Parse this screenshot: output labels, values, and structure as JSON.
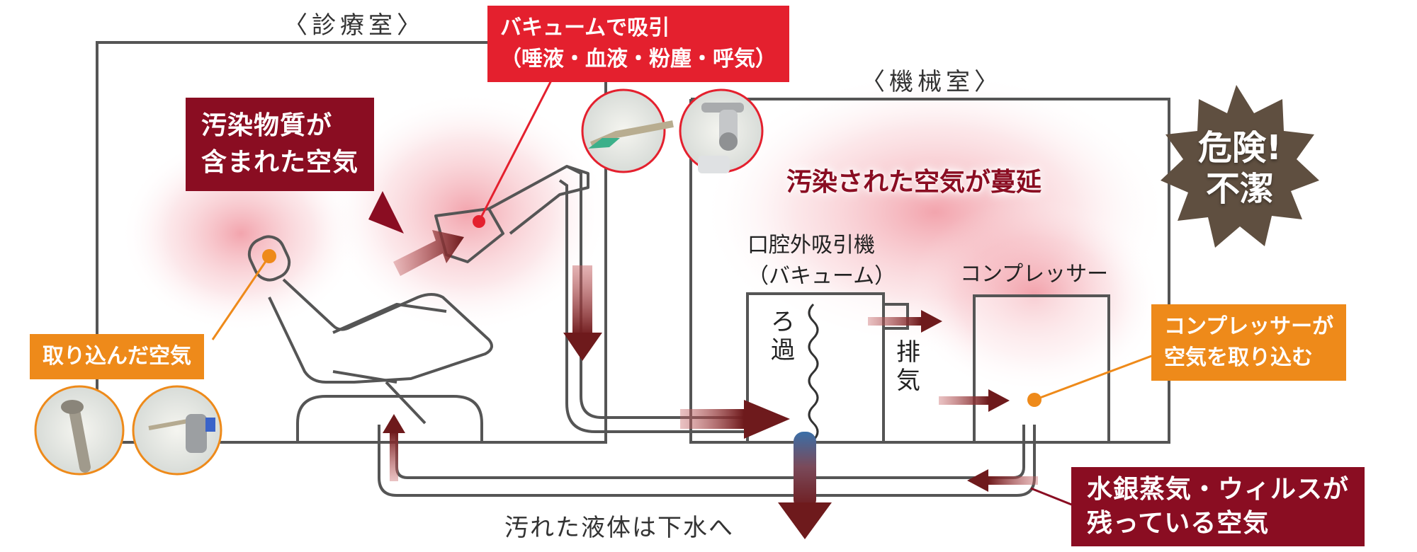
{
  "rooms": {
    "clinic": "〈診療室〉",
    "machine": "〈機械室〉"
  },
  "callouts": {
    "vacuum_suction": {
      "line1": "バキュームで吸引",
      "line2": "（唾液・血液・粉塵・呼気）"
    },
    "contaminated_air": {
      "line1": "汚染物質が",
      "line2": "含まれた空気"
    },
    "intake_air": "取り込んだ空気",
    "compressor_intake": {
      "line1": "コンプレッサーが",
      "line2": "空気を取り込む"
    },
    "residual_air": {
      "line1": "水銀蒸気・ウィルスが",
      "line2": "残っている空気"
    },
    "spreading": "汚染された空気が蔓延",
    "danger": {
      "line1": "危険!",
      "line2": "不潔"
    }
  },
  "labels": {
    "oral_suction": {
      "line1": "口腔外吸引機",
      "line2": "（バキューム）"
    },
    "compressor": "コンプレッサー",
    "filter": "ろ過",
    "exhaust": "排気",
    "drain": "汚れた液体は下水へ"
  },
  "colors": {
    "dark_red": "#8a0d22",
    "red": "#e4202e",
    "orange": "#ee8a1a",
    "line": "#555555",
    "danger_star": "#6b5a4a",
    "drain_blue": "#3a6fa8"
  },
  "icons": [
    "dental-chair-icon",
    "suction-tip-icon",
    "handpiece-icon",
    "air-water-syringe-icon",
    "faucet-icon"
  ]
}
